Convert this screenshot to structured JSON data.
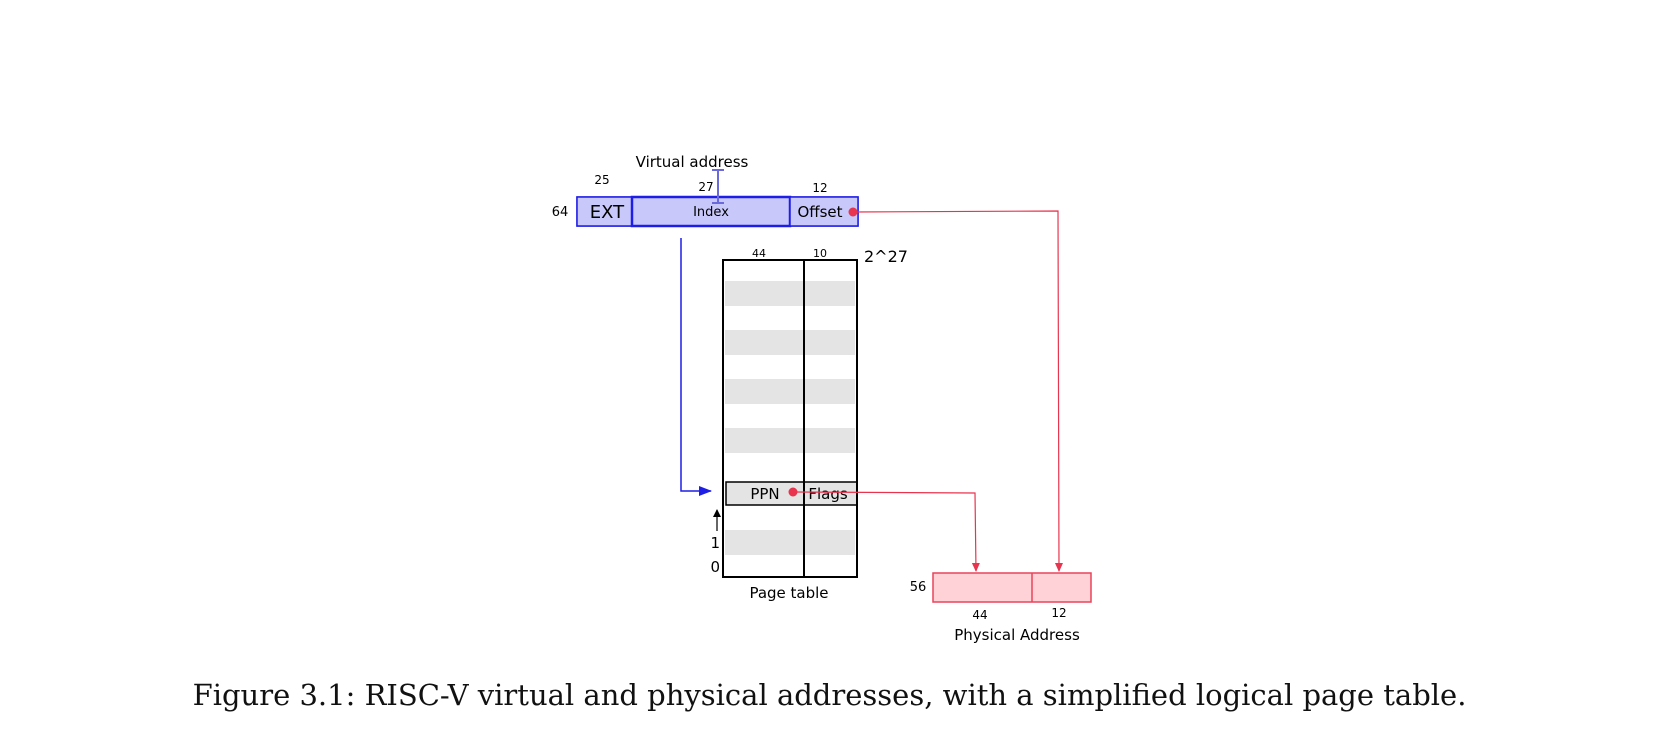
{
  "virtual_address": {
    "title": "Virtual address",
    "total_bits": "64",
    "fields": [
      {
        "label": "EXT",
        "bits": "25"
      },
      {
        "label": "Index",
        "bits": "27"
      },
      {
        "label": "Offset",
        "bits": "12"
      }
    ]
  },
  "page_table": {
    "title": "Page table",
    "size_label": "2^27",
    "column_bits": [
      "44",
      "10"
    ],
    "entry": {
      "ppn": "PPN",
      "flags": "Flags"
    },
    "row_numbers": [
      "1",
      "0"
    ]
  },
  "physical_address": {
    "title": "Physical Address",
    "total_bits": "56",
    "field_bits": [
      "44",
      "12"
    ]
  },
  "caption": "Figure 3.1: RISC-V virtual and physical addresses, with a simplified logical page table.",
  "colors": {
    "virtual_fill": "#c8c8fa",
    "virtual_stroke": "#1e1ee6",
    "physical_fill": "#ffd2d7",
    "physical_stroke": "#e8445a",
    "arrow_red": "#e8344e",
    "arrow_blue": "#1e1ee6",
    "row_shade": "#e4e4e4"
  }
}
